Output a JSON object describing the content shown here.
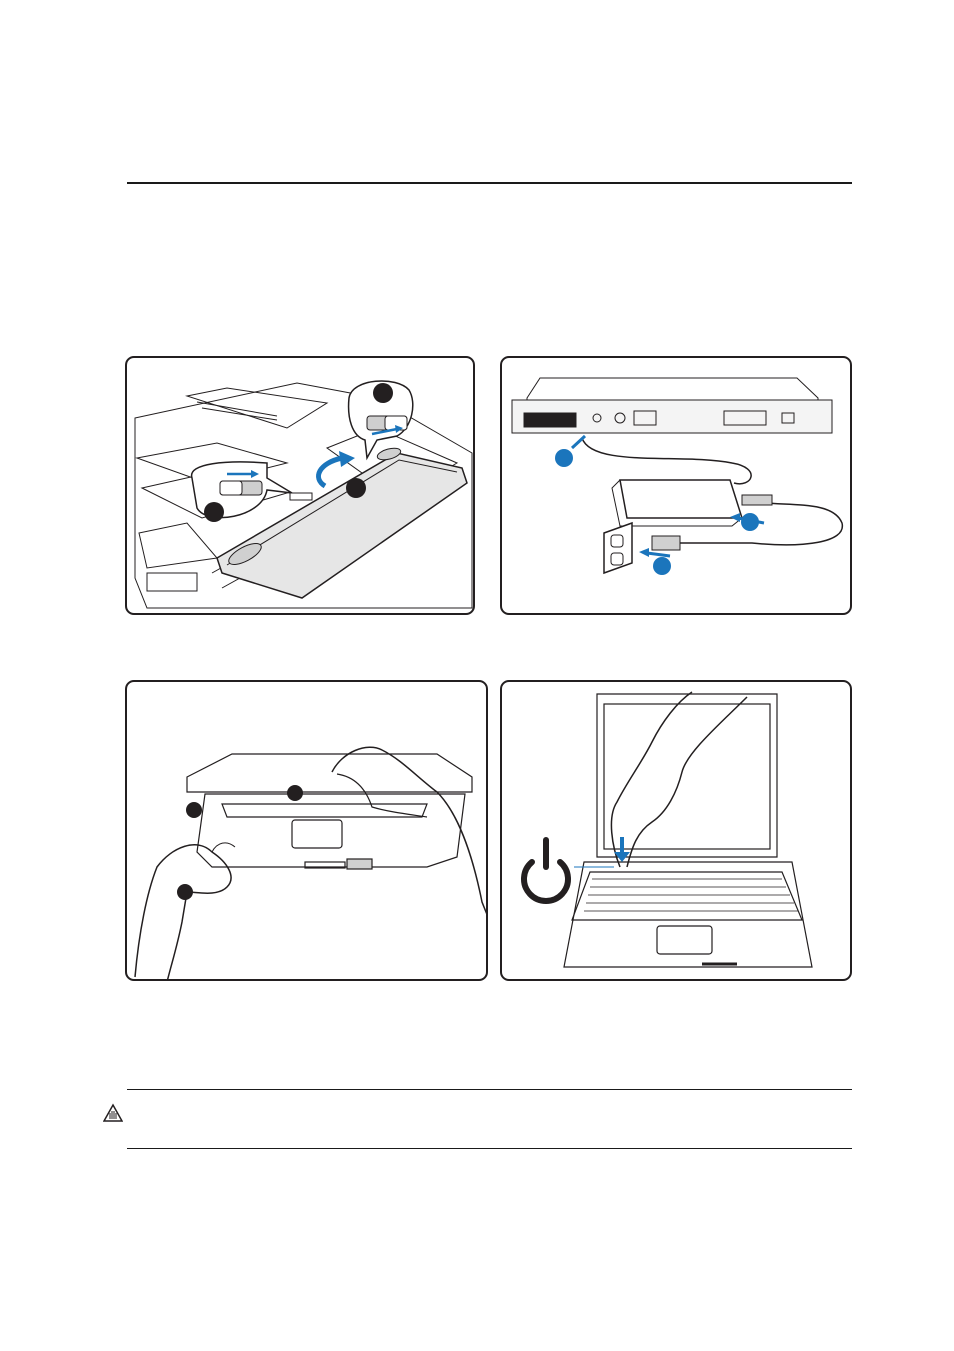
{
  "figures": [
    {
      "id": "install-battery",
      "markers": [
        "",
        "",
        ""
      ]
    },
    {
      "id": "connect-power",
      "markers": [
        "",
        "",
        ""
      ]
    },
    {
      "id": "open-lid",
      "markers": [
        "",
        "",
        ""
      ]
    },
    {
      "id": "power-on",
      "markers": []
    }
  ],
  "icons": {
    "warning": "warning-hand-icon",
    "power": "power-icon"
  },
  "colors": {
    "accent": "#1b75bc",
    "line": "#231f20",
    "gray": "#d9d9d9"
  }
}
